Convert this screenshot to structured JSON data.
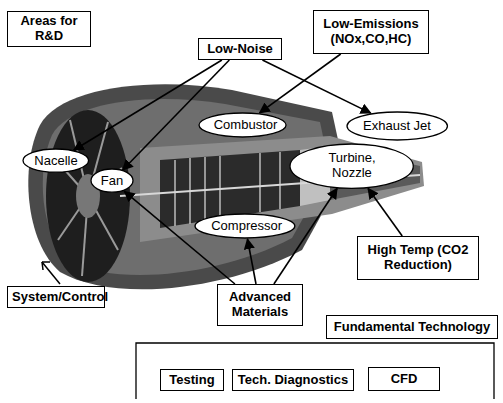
{
  "diagram": {
    "nodes": [
      {
        "text": [
          "Areas for R&D"
        ]
      },
      {
        "text": [
          "Low-Noise"
        ]
      },
      {
        "text": [
          "Low-Emissions (NOx,CO,HC)"
        ]
      },
      {
        "text": [
          "Nacelle"
        ]
      },
      {
        "text": [
          "Fan"
        ]
      },
      {
        "text": [
          "Combustor"
        ]
      },
      {
        "text": [
          "Exhaust Jet"
        ]
      },
      {
        "text": [
          "Turbine, Nozzle"
        ]
      },
      {
        "text": [
          "Compressor"
        ]
      },
      {
        "text": [
          "High Temp (CO2 Reduction)"
        ]
      },
      {
        "text": [
          "System/Control"
        ]
      },
      {
        "text": [
          "Advanced Materials"
        ]
      },
      {
        "text": [
          "Fundamental Technology"
        ]
      },
      {
        "text": [
          "Testing"
        ]
      },
      {
        "text": [
          "Tech. Diagnostics"
        ]
      },
      {
        "text": [
          "CFD"
        ]
      }
    ],
    "edges": [
      {
        "from": 1,
        "to": 3,
        "arrow": "to"
      },
      {
        "from": 1,
        "to": 4,
        "arrow": "to"
      },
      {
        "from": 1,
        "to": 6,
        "arrow": "to"
      },
      {
        "from": 2,
        "to": 5,
        "arrow": "to"
      },
      {
        "from": 9,
        "to": 7,
        "arrow": "to"
      },
      {
        "from": 11,
        "to": 8,
        "arrow": "to"
      },
      {
        "from": 11,
        "to": 7,
        "arrow": "to"
      },
      {
        "from": 11,
        "to": 4,
        "arrow": "to"
      }
    ]
  }
}
